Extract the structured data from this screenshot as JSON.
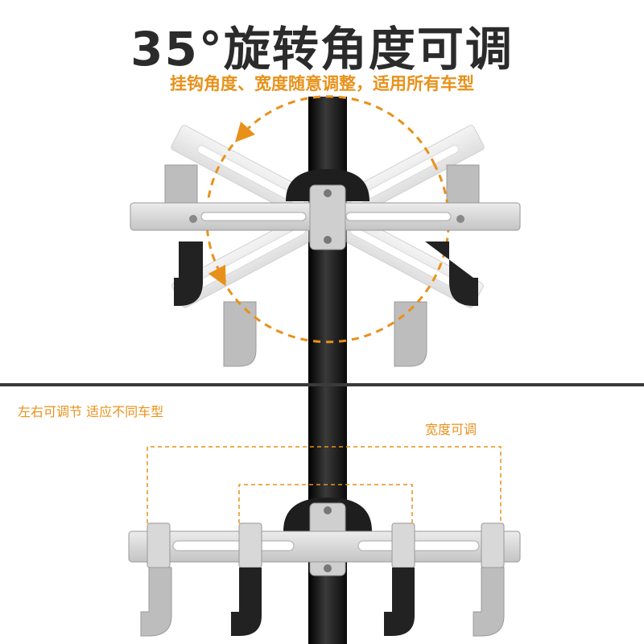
{
  "header": {
    "title": "35°旋转角度可调",
    "subtitle": "挂钩角度、宽度随意调整，适用所有车型"
  },
  "labels": {
    "left_right": "左右可调节 适应不同车型",
    "width": "宽度可调"
  },
  "colors": {
    "accent": "#e8911a",
    "pole": "#1a1a1a",
    "bracket": "#d6d6d6",
    "hook_dark": "#222222",
    "hook_faded": "#bdbdbd"
  },
  "product": {
    "rotation_degrees": 35,
    "top_view": "rotation",
    "bottom_view": "width-adjustment"
  }
}
